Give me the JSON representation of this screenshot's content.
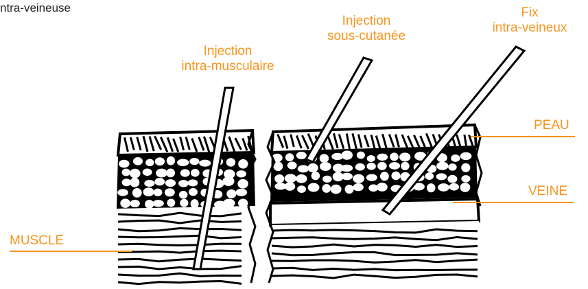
{
  "caption": "ntra-veineuse",
  "labels": {
    "im_line1": "Injection",
    "im_line2": "intra-musculaire",
    "sc_line1": "Injection",
    "sc_line2": "sous-cutanée",
    "iv_line1": "Fix",
    "iv_line2": "intra-veineux",
    "peau": "PEAU",
    "veine": "VEINE",
    "muscle": "MUSCLE"
  },
  "colors": {
    "label": "#f7941d",
    "ink": "#000000",
    "paper": "#ffffff"
  }
}
